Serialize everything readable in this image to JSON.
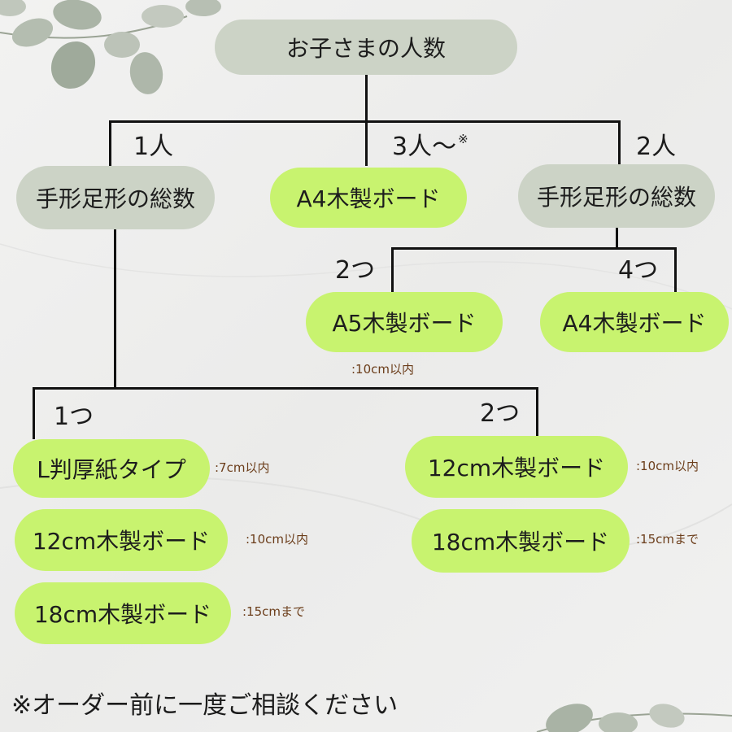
{
  "root": {
    "label": "お子さまの人数"
  },
  "branches": {
    "one": "1人",
    "three_plus": "3人〜",
    "three_plus_mark": "※",
    "two": "2人"
  },
  "nodes": {
    "total_left": "手形足形の総数",
    "a4_center": "A4木製ボード",
    "total_right": "手形足形の総数",
    "a5": "A5木製ボード",
    "a4_right": "A4木製ボード",
    "l_thick": "L判厚紙タイプ",
    "cm12_left": "12cm木製ボード",
    "cm18_left": "18cm木製ボード",
    "cm12_right": "12cm木製ボード",
    "cm18_right": "18cm木製ボード"
  },
  "counts": {
    "right_two": "2つ",
    "right_four": "4つ",
    "left_one": "1つ",
    "left_two": "2つ"
  },
  "notes": {
    "a5": ":10cm以内",
    "l_thick": ":7cm以内",
    "cm12_left": ":10cm以内",
    "cm18_left": ":15cmまで",
    "cm12_right": ":10cm以内",
    "cm18_right": ":15cmまで"
  },
  "footer": "※オーダー前に一度ご相談ください",
  "colors": {
    "grey_box": "#ccd3c6",
    "green_box": "#c8f36f",
    "note_text": "#6b3d1a",
    "background": "#efefee"
  }
}
